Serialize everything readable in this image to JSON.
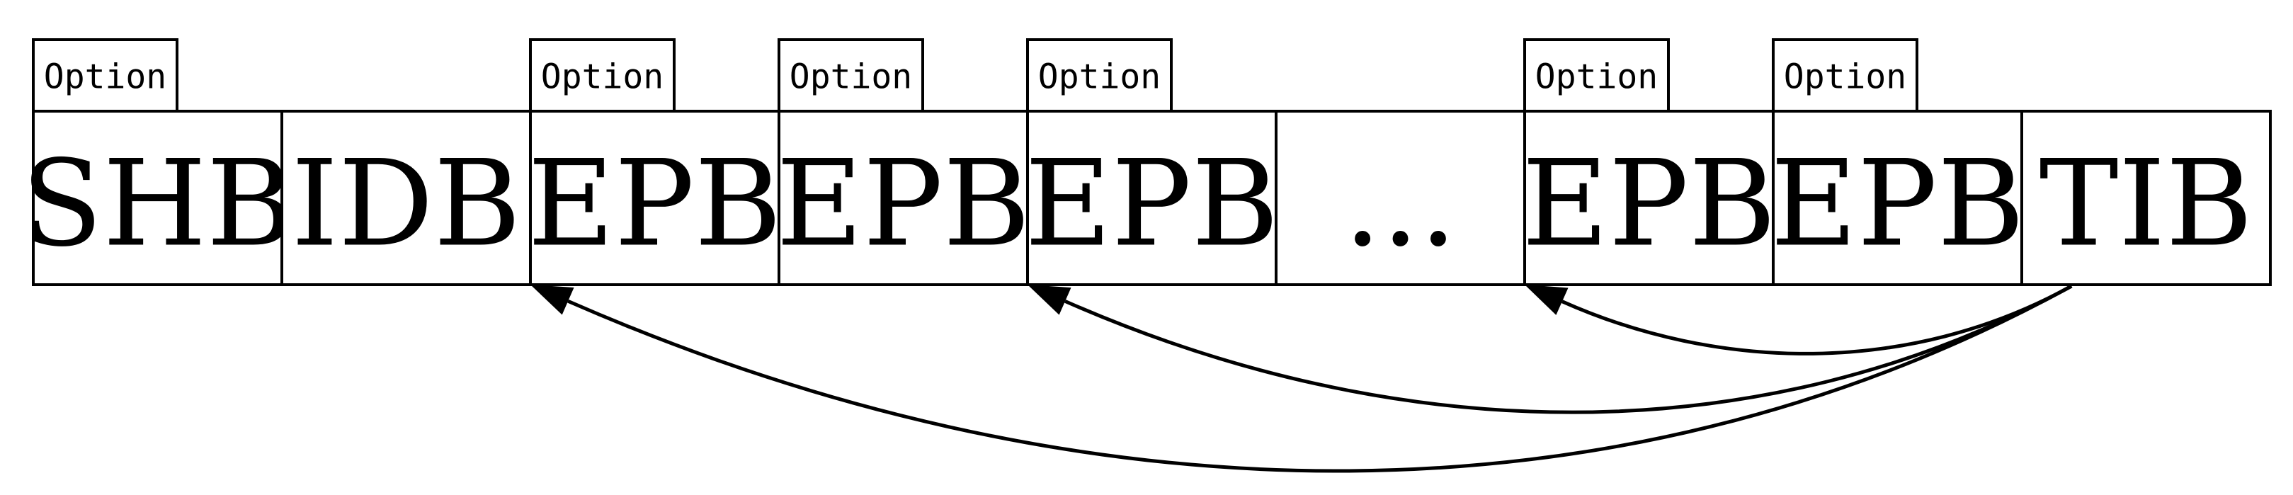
{
  "blocks": [
    {
      "label": "SHB",
      "option": "Option"
    },
    {
      "label": "IDB",
      "option": ""
    },
    {
      "label": "EPB",
      "option": "Option"
    },
    {
      "label": "EPB",
      "option": "Option"
    },
    {
      "label": "EPB",
      "option": "Option"
    },
    {
      "label": "...",
      "option": ""
    },
    {
      "label": "EPB",
      "option": "Option"
    },
    {
      "label": "EPB",
      "option": "Option"
    },
    {
      "label": "TIB",
      "option": ""
    }
  ],
  "links": [
    {
      "from": 8,
      "to": 2
    },
    {
      "from": 8,
      "to": 4
    },
    {
      "from": 8,
      "to": 6
    }
  ],
  "colors": {
    "stroke": "#000000",
    "background": "#ffffff"
  }
}
